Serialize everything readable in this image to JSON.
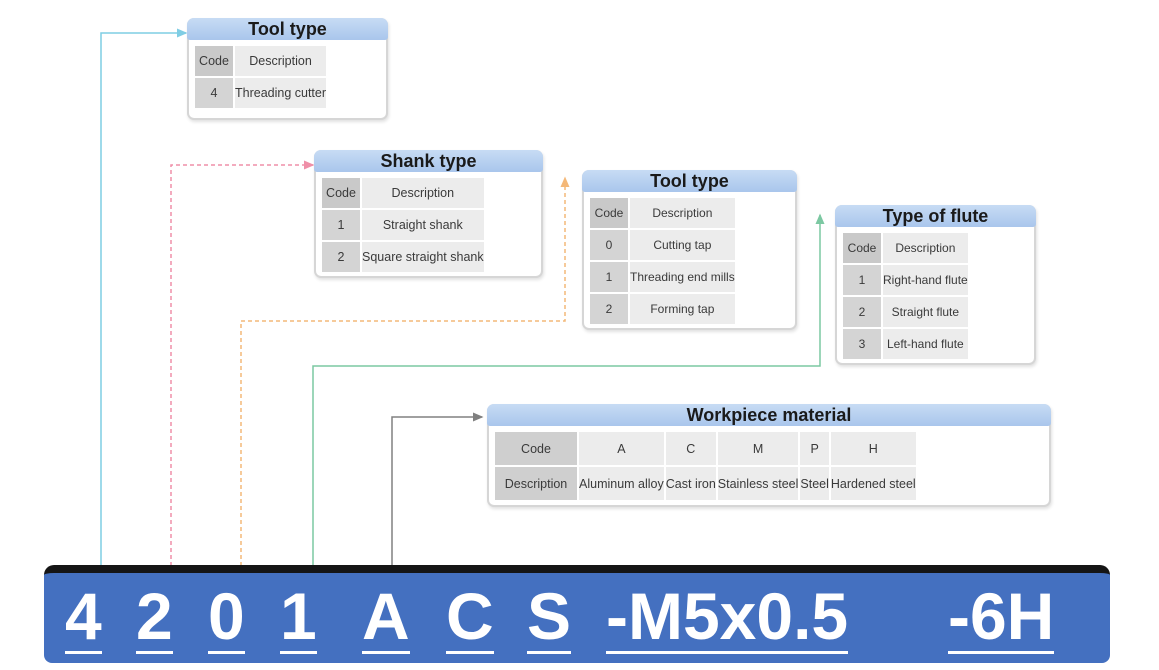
{
  "tool_type_1": {
    "title": "Tool type",
    "header": {
      "code": "Code",
      "description": "Description"
    },
    "rows": [
      {
        "code": "4",
        "description": "Threading cutter"
      }
    ]
  },
  "shank_type": {
    "title": "Shank type",
    "header": {
      "code": "Code",
      "description": "Description"
    },
    "rows": [
      {
        "code": "1",
        "description": "Straight shank"
      },
      {
        "code": "2",
        "description": "Square straight shank"
      }
    ]
  },
  "tool_type_2": {
    "title": "Tool type",
    "header": {
      "code": "Code",
      "description": "Description"
    },
    "rows": [
      {
        "code": "0",
        "description": "Cutting tap"
      },
      {
        "code": "1",
        "description": "Threading end mills"
      },
      {
        "code": "2",
        "description": "Forming tap"
      }
    ]
  },
  "flute_type": {
    "title": "Type of flute",
    "header": {
      "code": "Code",
      "description": "Description"
    },
    "rows": [
      {
        "code": "1",
        "description": "Right-hand flute"
      },
      {
        "code": "2",
        "description": "Straight flute"
      },
      {
        "code": "3",
        "description": "Left-hand flute"
      }
    ]
  },
  "workpiece_material": {
    "title": "Workpiece material",
    "row_labels": {
      "code": "Code",
      "description": "Description"
    },
    "columns": [
      {
        "code": "A",
        "description": "Aluminum alloy"
      },
      {
        "code": "C",
        "description": "Cast iron"
      },
      {
        "code": "M",
        "description": "Stainless steel"
      },
      {
        "code": "P",
        "description": "Steel"
      },
      {
        "code": "H",
        "description": "Hardened steel"
      }
    ]
  },
  "code_bar": {
    "segments": [
      "4",
      "2",
      "0",
      "1",
      "A",
      "C",
      "S",
      "-M5x0.5",
      "-6H"
    ]
  },
  "colors": {
    "code_bar_background": "#4470c0",
    "card_header": "#a9c6ec",
    "connector_tool_type_1": "#7fcde4",
    "connector_shank_type": "#ef8fa8",
    "connector_tool_type_2": "#f4b878",
    "connector_flute_type": "#7cc8a2",
    "connector_workpiece": "#808080"
  }
}
